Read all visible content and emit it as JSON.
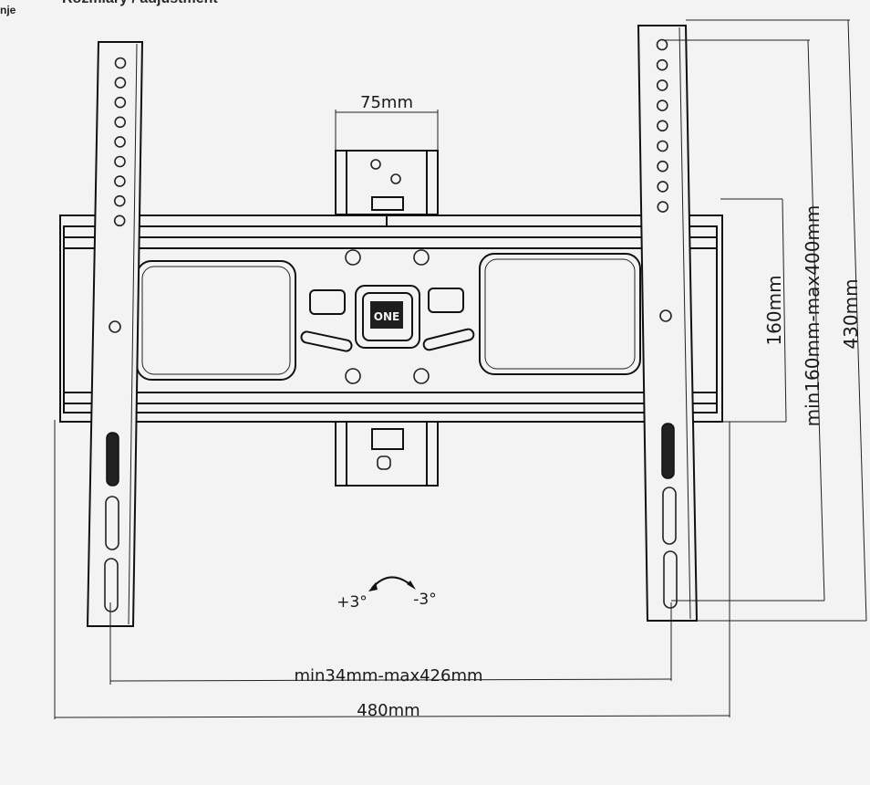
{
  "header": {
    "corner_label": "nje",
    "top_caption": "Rozmiary / adjustment"
  },
  "diagram": {
    "labels": {
      "plate_width": "75mm",
      "plate_height": "160mm",
      "vertical_range": "min160mm-max400mm",
      "total_height": "430mm",
      "horizontal_range": "min34mm-max426mm",
      "total_width": "480mm",
      "tilt_plus": "+3°",
      "tilt_minus": "-3°"
    }
  }
}
